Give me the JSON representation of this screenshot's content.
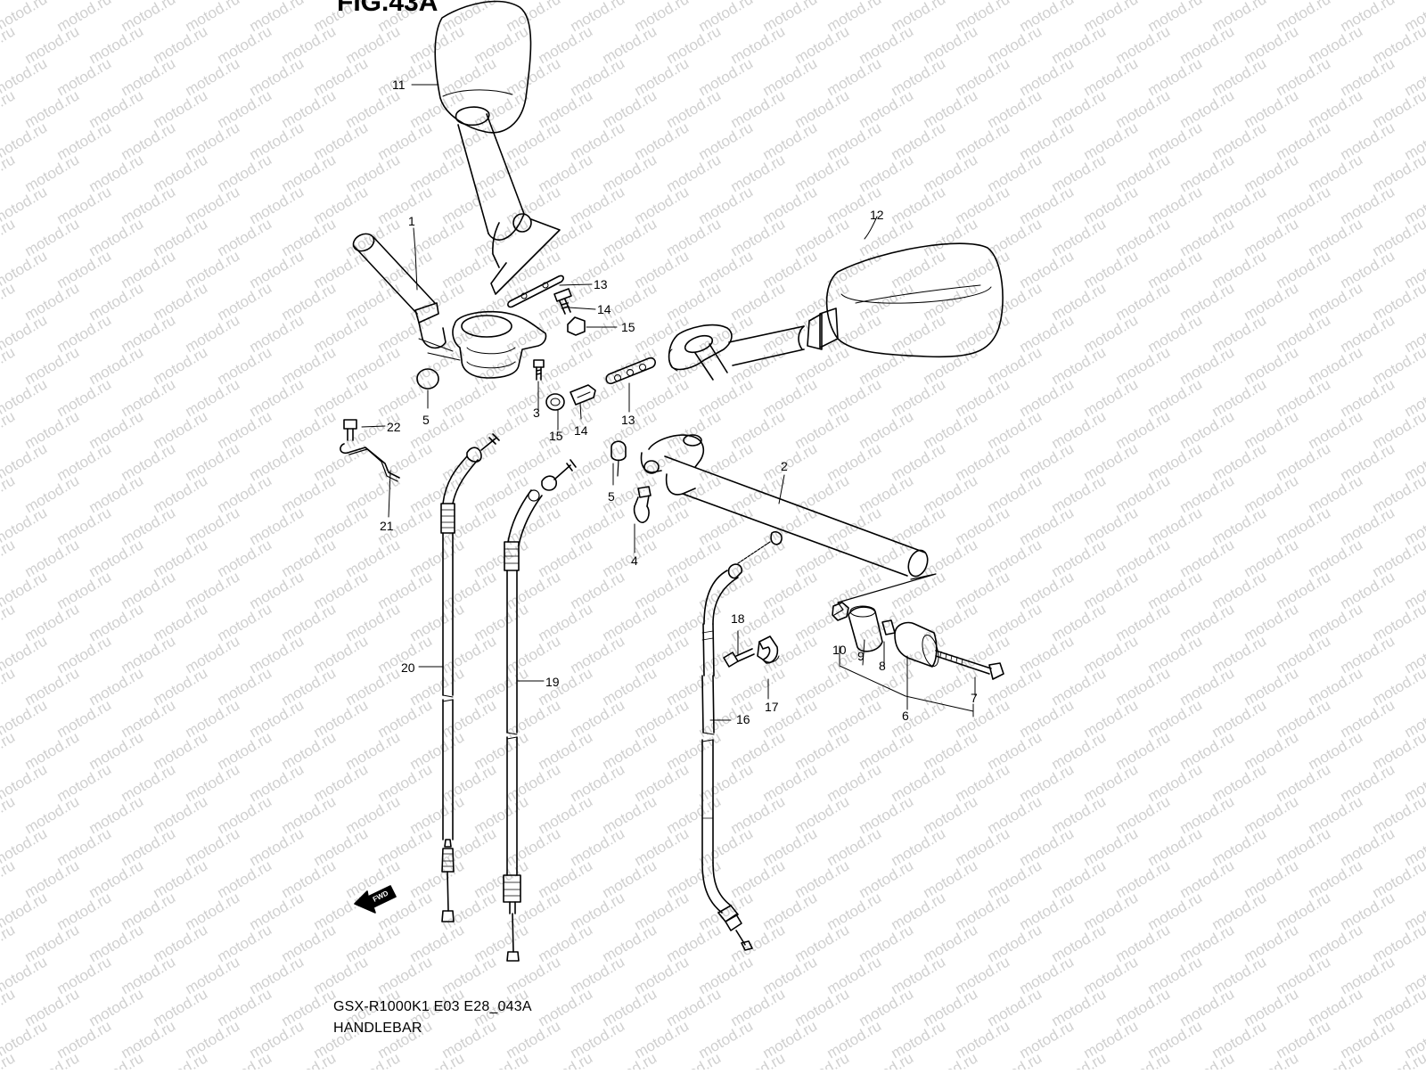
{
  "figure": {
    "title": "FIG.43A",
    "code": "GSX-R1000K1 E03 E28_043A",
    "name": "HANDLEBAR",
    "watermark": "motod.ru",
    "fwd_label": "FWD"
  },
  "callouts": [
    {
      "id": "c-11",
      "text": "11"
    },
    {
      "id": "c-12",
      "text": "12"
    },
    {
      "id": "c-1",
      "text": "1"
    },
    {
      "id": "c-13a",
      "text": "13"
    },
    {
      "id": "c-14a",
      "text": "14"
    },
    {
      "id": "c-15a",
      "text": "15"
    },
    {
      "id": "c-5a",
      "text": "5"
    },
    {
      "id": "c-3",
      "text": "3"
    },
    {
      "id": "c-15b",
      "text": "15"
    },
    {
      "id": "c-14b",
      "text": "14"
    },
    {
      "id": "c-13b",
      "text": "13"
    },
    {
      "id": "c-22",
      "text": "22"
    },
    {
      "id": "c-21",
      "text": "21"
    },
    {
      "id": "c-5b",
      "text": "5"
    },
    {
      "id": "c-2",
      "text": "2"
    },
    {
      "id": "c-4",
      "text": "4"
    },
    {
      "id": "c-18",
      "text": "18"
    },
    {
      "id": "c-10",
      "text": "10"
    },
    {
      "id": "c-9",
      "text": "9"
    },
    {
      "id": "c-8",
      "text": "8"
    },
    {
      "id": "c-6",
      "text": "6"
    },
    {
      "id": "c-7",
      "text": "7"
    },
    {
      "id": "c-17",
      "text": "17"
    },
    {
      "id": "c-16",
      "text": "16"
    },
    {
      "id": "c-20",
      "text": "20"
    },
    {
      "id": "c-19",
      "text": "19"
    }
  ]
}
